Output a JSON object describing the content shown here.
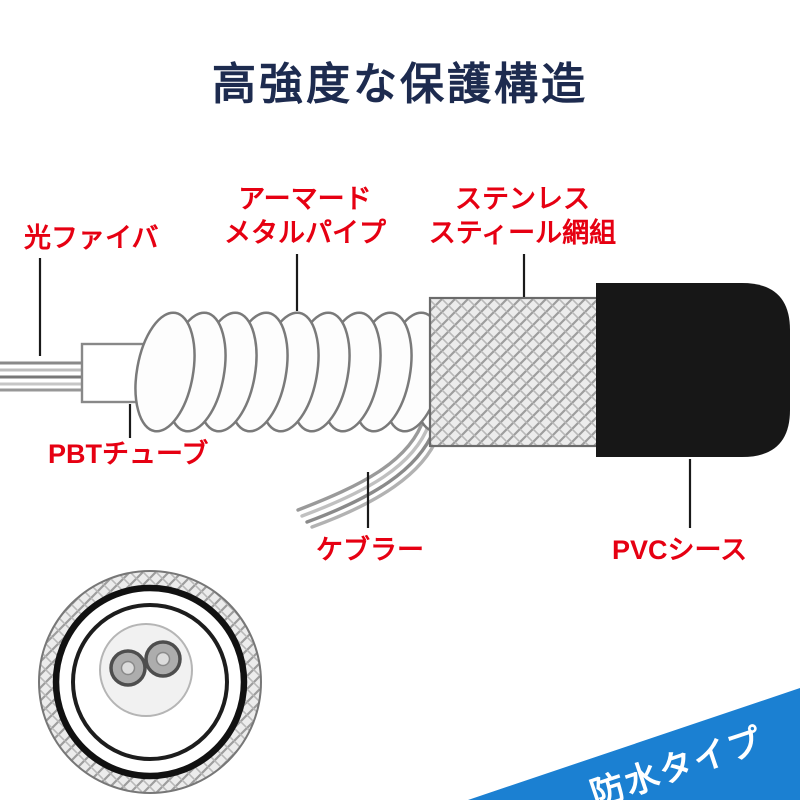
{
  "header": {
    "title": "高強度な保護構造"
  },
  "diagram": {
    "labels": {
      "optical_fiber": "光ファイバ",
      "armored_pipe": {
        "line1": "アーマード",
        "line2": "メタルパイプ"
      },
      "stainless_braid": {
        "line1": "ステンレス",
        "line2": "スティール網組"
      },
      "pbt_tube": "PBTチューブ",
      "kevlar": "ケブラー",
      "pvc_sheath": "PVCシース"
    }
  },
  "banner": {
    "text": "防水タイプ"
  },
  "colors": {
    "title_navy": "#1d2b4f",
    "label_red": "#e60012",
    "banner_blue": "#1b80d2",
    "pvc_black": "#171717"
  }
}
